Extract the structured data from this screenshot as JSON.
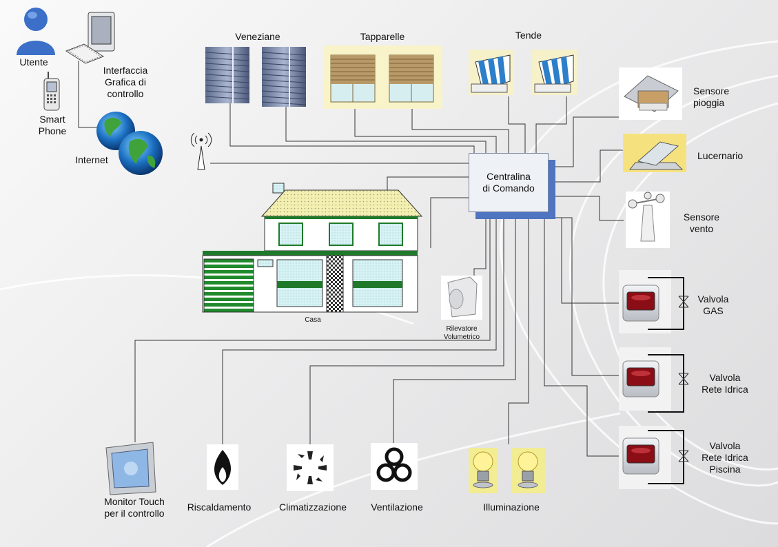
{
  "labels": {
    "utente": "Utente",
    "interfaccia": [
      "Interfaccia",
      "Grafica di",
      "controllo"
    ],
    "smartphone": [
      "Smart",
      "Phone"
    ],
    "internet": "Internet",
    "veneziane": "Veneziane",
    "tapparelle": "Tapparelle",
    "tende": "Tende",
    "sensore_pioggia": [
      "Sensore",
      "pioggia"
    ],
    "lucernario": "Lucernario",
    "sensore_vento": [
      "Sensore",
      "vento"
    ],
    "centralina": [
      "Centralina",
      "di Comando"
    ],
    "casa": "Casa",
    "rilevatore": [
      "Rilevatore",
      "Volumetrico"
    ],
    "valvola_gas": [
      "Valvola",
      "GAS"
    ],
    "valvola_idrica": [
      "Valvola",
      "Rete Idrica"
    ],
    "valvola_piscina": [
      "Valvola",
      "Rete Idrica",
      "Piscina"
    ],
    "monitor": [
      "Monitor Touch",
      "per il controllo"
    ],
    "riscaldamento": "Riscaldamento",
    "climatizzazione": "Climatizzazione",
    "ventilazione": "Ventilazione",
    "illuminazione": "Illuminazione"
  },
  "colors": {
    "controller_shadow": "#4f74c0",
    "roof": "#f3efb0",
    "window": "#d6f2f4",
    "trim_green": "#1e7a2a",
    "awning_blue": "#2d7fc9",
    "valve_red": "#8b0e16"
  }
}
